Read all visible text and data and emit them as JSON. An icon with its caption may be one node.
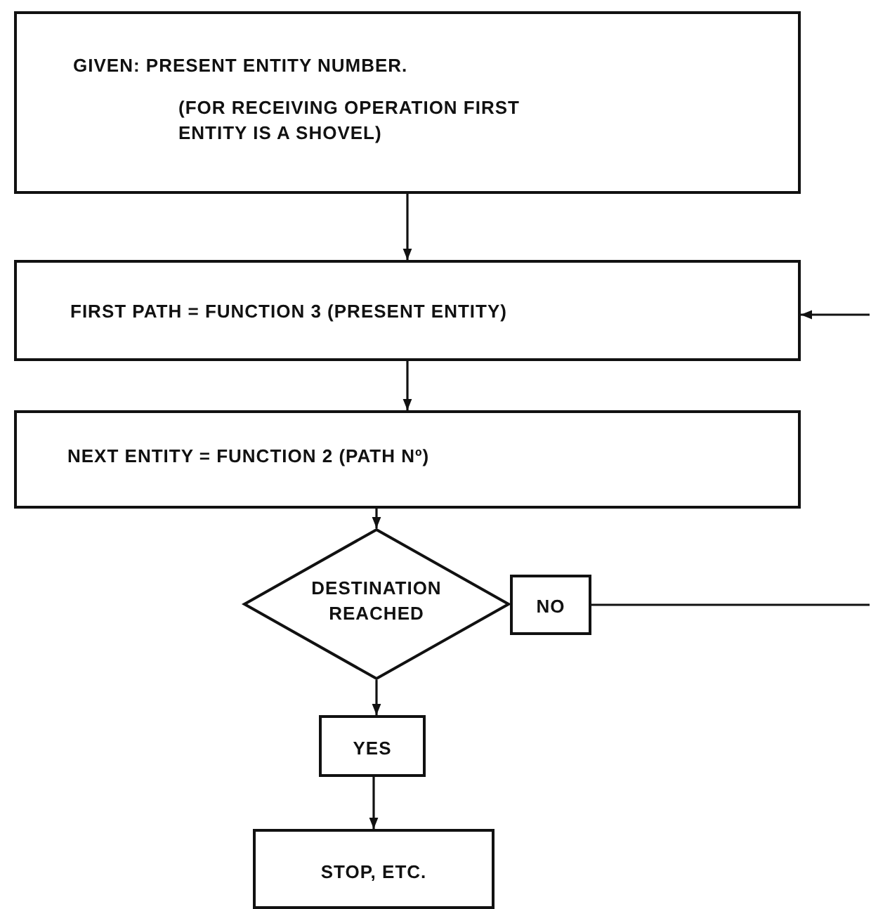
{
  "diagram": {
    "nodes": [
      {
        "text": [
          "GIVEN: PRESENT ENTITY NUMBER.",
          "(FOR RECEIVING OPERATION FIRST ENTITY IS A SHOVEL)"
        ]
      },
      {
        "text": [
          "FIRST PATH = FUNCTION 3 (PRESENT ENTITY)"
        ]
      },
      {
        "text": [
          "NEXT ENTITY = FUNCTION 2 (PATH Nº)"
        ]
      },
      {
        "text": [
          "DESTINATION REACHED"
        ]
      },
      {
        "text": [
          "NO"
        ]
      },
      {
        "text": [
          "YES"
        ]
      },
      {
        "text": [
          "STOP, ETC."
        ]
      }
    ],
    "edges": [
      {
        "from": 0,
        "to": 1,
        "arrow": "to"
      },
      {
        "from": 1,
        "to": 2,
        "arrow": "to"
      },
      {
        "from": 2,
        "to": 3,
        "arrow": "to"
      },
      {
        "from": 3,
        "to": 5,
        "arrow": "to"
      },
      {
        "from": 5,
        "to": 6,
        "arrow": "to"
      },
      {
        "from": 4,
        "to": null,
        "arrow": "none"
      },
      {
        "from": null,
        "to": 1,
        "arrow": "to"
      }
    ]
  }
}
